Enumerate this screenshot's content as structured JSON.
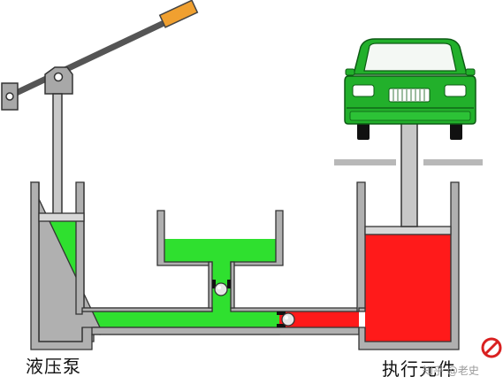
{
  "labels": {
    "pump": "液压泵",
    "actuator": "执行元件"
  },
  "watermark": "知乎 @老史",
  "colors": {
    "fluid_low": "#2fe02f",
    "fluid_high": "#ff1a1a",
    "wall": "#b0b0b0",
    "wall_stroke": "#333333",
    "handle": "#f0a030",
    "car_body": "#22b02b",
    "stop_sign": "#d92020"
  },
  "icons": [
    "car-icon",
    "ball-valve-icon",
    "no-entry-icon"
  ]
}
